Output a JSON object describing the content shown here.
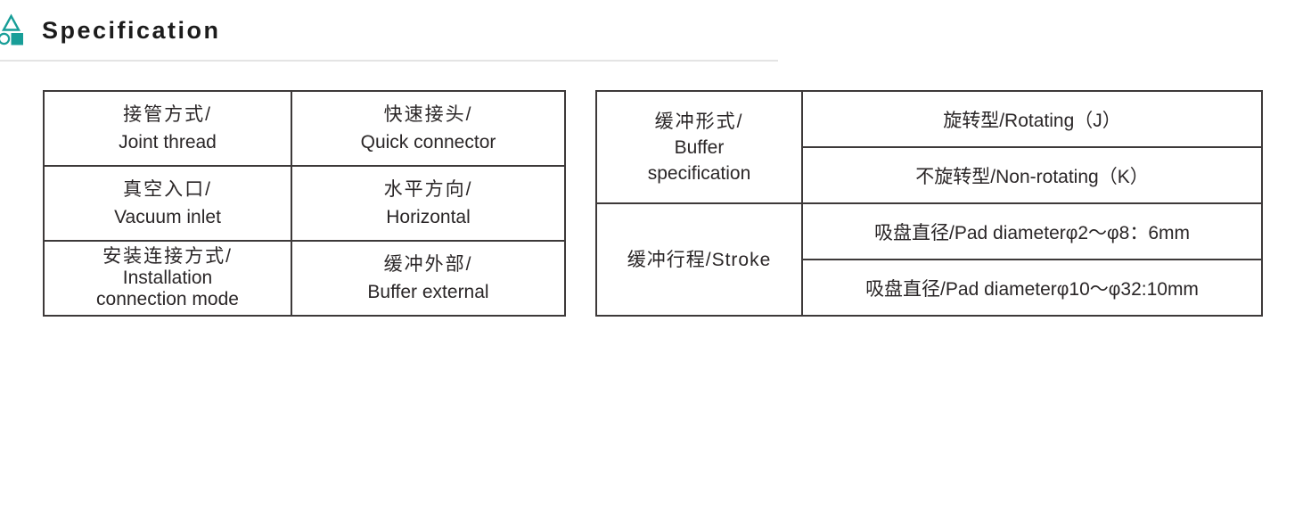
{
  "header": {
    "title": "Specification",
    "icon": "triangle-circle-square-icon",
    "accent_color": "#189e98",
    "underline_color": "#e4e4e4"
  },
  "style": {
    "border_color": "#3d3939",
    "text_color": "#2a2627"
  },
  "left_table": {
    "rows": [
      {
        "cells": [
          {
            "lines": [
              "接管方式/",
              "Joint thread"
            ]
          },
          {
            "lines": [
              "快速接头/",
              "Quick connector"
            ]
          }
        ]
      },
      {
        "cells": [
          {
            "lines": [
              "真空入口/",
              "Vacuum inlet"
            ]
          },
          {
            "lines": [
              "水平方向/",
              "Horizontal"
            ]
          }
        ]
      },
      {
        "cells": [
          {
            "lines": [
              "安装连接方式/",
              "Installation",
              "connection mode"
            ]
          },
          {
            "lines": [
              "缓冲外部/",
              "Buffer external"
            ]
          }
        ]
      }
    ]
  },
  "right_table": {
    "groups": [
      {
        "label_lines": [
          "缓冲形式/",
          "Buffer",
          "specification"
        ],
        "options": [
          "旋转型/Rotating（J）",
          "不旋转型/Non-rotating（K）"
        ]
      },
      {
        "label_lines": [
          "缓冲行程/Stroke"
        ],
        "options": [
          "吸盘直径/Pad diameterφ2～φ8：6mm",
          "吸盘直径/Pad diameterφ10～φ32:10mm"
        ]
      }
    ]
  }
}
